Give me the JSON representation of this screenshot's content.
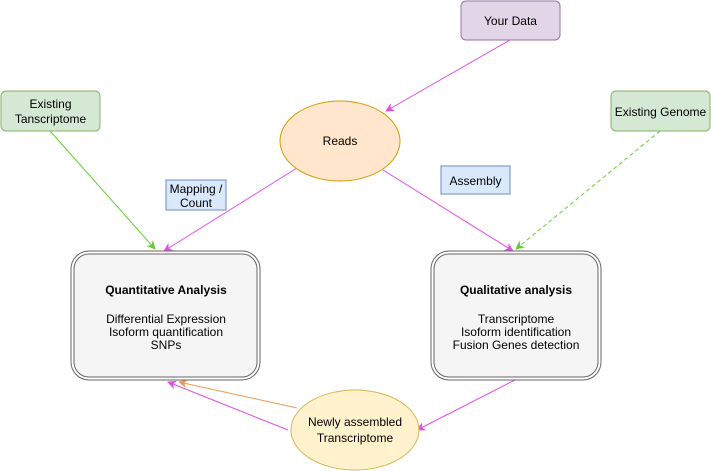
{
  "diagram": {
    "your_data": "Your Data",
    "reads": "Reads",
    "existing_transcriptome": [
      "Existing",
      "Tanscriptome"
    ],
    "existing_genome": "Existing Genome",
    "mapping_label": [
      "Mapping /",
      "Count"
    ],
    "assembly_label": "Assembly",
    "quantitative": {
      "title": "Quantitative Analysis",
      "items": [
        "Differential Expression",
        "Isoform quantification",
        "SNPs"
      ]
    },
    "qualitative": {
      "title": "Qualitative analysis",
      "items": [
        "Transcriptome",
        "Isoform identification",
        "Fusion Genes detection"
      ]
    },
    "newly_assembled": [
      "Newly assembled",
      "Transcriptome"
    ]
  },
  "colors": {
    "purple_fill": "#e1d5e7",
    "purple_stroke": "#9673a6",
    "orange_fill": "#ffe6cc",
    "orange_stroke": "#d79b00",
    "green_fill": "#d5e8d4",
    "green_stroke": "#82b366",
    "blue_fill": "#dae8fc",
    "blue_stroke": "#6c8ebf",
    "yellow_fill": "#fff2cc",
    "yellow_stroke": "#d6b656",
    "box_fill": "#f5f5f5",
    "box_stroke": "#666666",
    "magenta_edge": "#e24ee4",
    "green_edge": "#66cc33",
    "orange_edge": "#ea9a55"
  }
}
